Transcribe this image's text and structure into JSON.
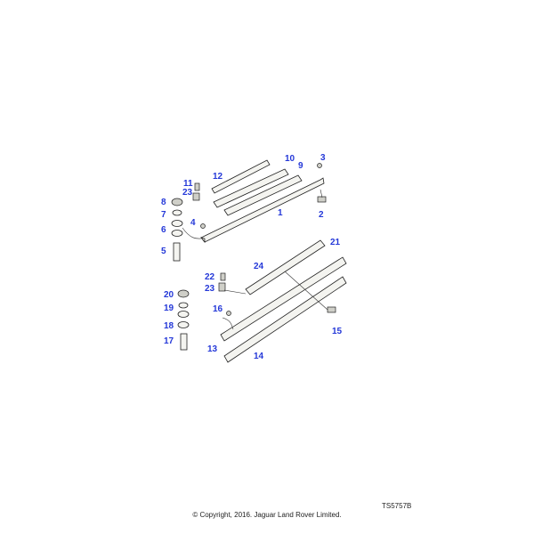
{
  "diagram": {
    "callouts": [
      "10",
      "9",
      "3",
      "12",
      "11",
      "23",
      "8",
      "7",
      "1",
      "2",
      "4",
      "6",
      "5",
      "21",
      "24",
      "22",
      "23",
      "20",
      "19",
      "16",
      "18",
      "15",
      "17",
      "13",
      "14"
    ],
    "label_color": "#2438d8"
  },
  "footer": {
    "reference": "TS5757B",
    "copyright": "© Copyright, 2016. Jaguar Land Rover Limited."
  }
}
